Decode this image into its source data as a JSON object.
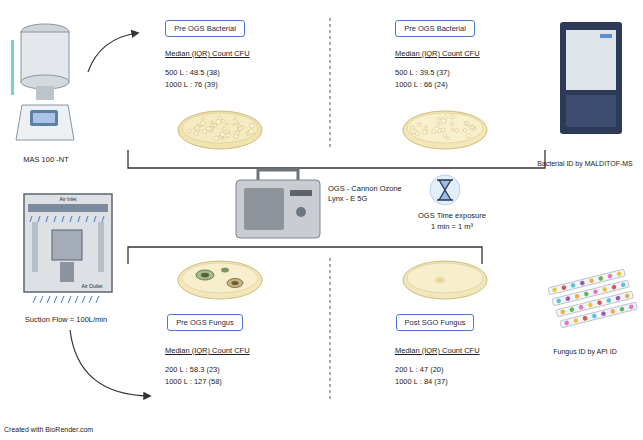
{
  "diagram": {
    "nodes": [
      {
        "text": [
          "Pre OGS Bacterial"
        ]
      },
      {
        "text": [
          "Pre OGS Bacterial"
        ]
      },
      {
        "text": [
          "Pre OGS Fungus"
        ]
      },
      {
        "text": [
          "Post SGO Fungus"
        ]
      }
    ],
    "labels": [
      "MAS 100 -NT",
      "Median (IQR) Count CFU",
      "500 L : 48.5 (38)",
      "1000 L : 76 (39)",
      "Median (IQR) Count CFU",
      "500 L : 39.5 (37)",
      "1000 L : 66 (24)",
      "Bacterial ID by MALDITOF-MS",
      "OGS - Cannon Ozone",
      "Lynx - E 5G",
      "OGS Time exposure",
      "1 min = 1 m³",
      "Air Inlet",
      "Air Outlet",
      "Suction Flow = 100L/min",
      "Median (IQR) Count CFU",
      "200 L : 58.3 (23)",
      "1000 L : 127 (58)",
      "Median (IQR) Count CFU",
      "200 L : 47 (20)",
      "1000 L : 84 (37)",
      "Fungus ID by API ID",
      "Created with BioRender.com"
    ]
  }
}
